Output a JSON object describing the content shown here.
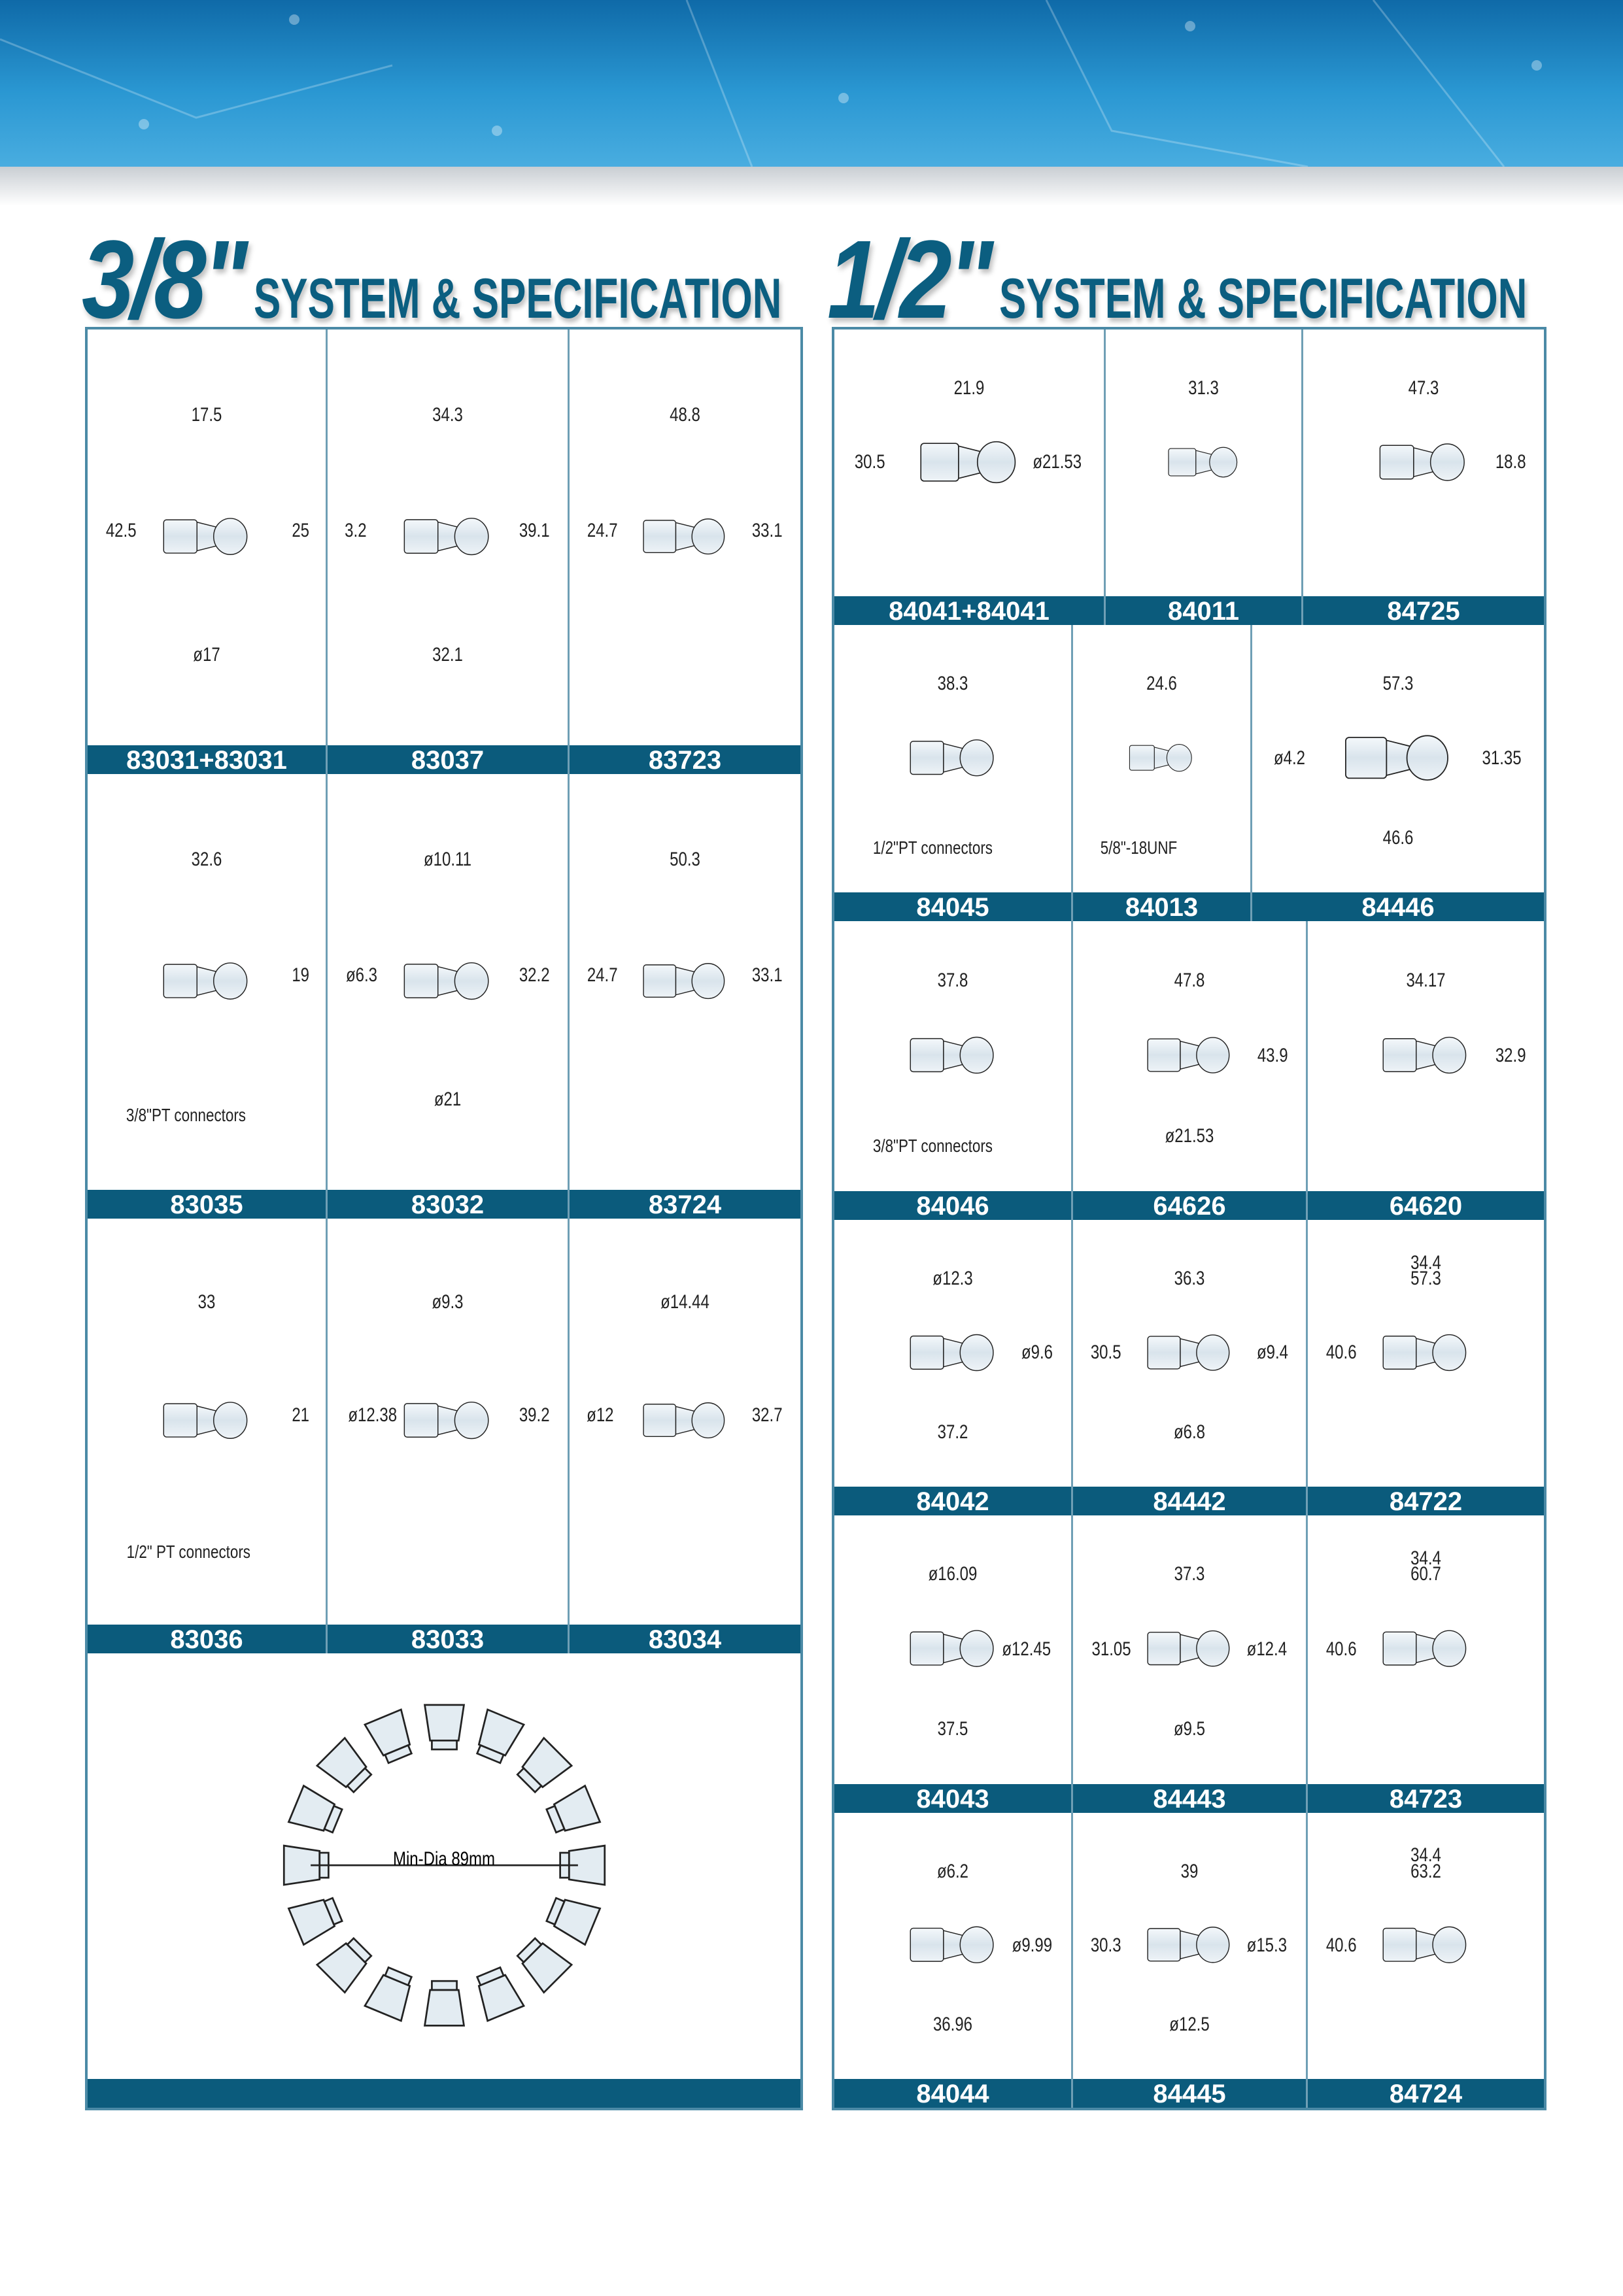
{
  "colors": {
    "brand": "#0b5b7c",
    "header": "#2a97d2"
  },
  "left": {
    "title_big": "3/8\"",
    "title_small": "SYSTEM & SPECIFICATION",
    "rows": [
      [
        {
          "code": "83031+83031",
          "dims": [
            "17.5",
            "25",
            "42.5",
            "ø17"
          ]
        },
        {
          "code": "83037",
          "dims": [
            "34.3",
            "39.1",
            "3.2",
            "32.1"
          ]
        },
        {
          "code": "83723",
          "dims": [
            "48.8",
            "33.1",
            "24.7"
          ]
        }
      ],
      [
        {
          "code": "83035",
          "dims": [
            "32.6",
            "19"
          ],
          "note": "3/8\"PT connectors"
        },
        {
          "code": "83032",
          "dims": [
            "ø10.11",
            "32.2",
            "ø6.3",
            "ø21"
          ]
        },
        {
          "code": "83724",
          "dims": [
            "50.3",
            "33.1",
            "24.7"
          ]
        }
      ],
      [
        {
          "code": "83036",
          "dims": [
            "33",
            "21"
          ],
          "note": "1/2\" PT connectors"
        },
        {
          "code": "83033",
          "dims": [
            "ø9.3",
            "39.2",
            "ø12.38"
          ]
        },
        {
          "code": "83034",
          "dims": [
            "ø14.44",
            "32.7",
            "ø12"
          ]
        }
      ]
    ],
    "ring": {
      "label": "Min-Dia 89mm",
      "code": ""
    }
  },
  "right": {
    "title_big": "1/2\"",
    "title_small": "SYSTEM & SPECIFICATION",
    "rows": [
      [
        {
          "code": "84041+84041",
          "dims": [
            "21.9",
            "ø21.53",
            "30.5"
          ]
        },
        {
          "code": "84011",
          "dims": [
            "31.3"
          ]
        },
        {
          "code": "84725",
          "dims": [
            "47.3",
            "18.8"
          ]
        }
      ],
      [
        {
          "code": "84045",
          "dims": [
            "38.3"
          ],
          "note": "1/2\"PT connectors"
        },
        {
          "code": "84013",
          "dims": [
            "24.6"
          ],
          "note": "5/8\"-18UNF"
        },
        {
          "code": "84446",
          "dims": [
            "57.3",
            "31.35",
            "ø4.2",
            "46.6"
          ]
        }
      ],
      [
        {
          "code": "84046",
          "dims": [
            "37.8"
          ],
          "note": "3/8\"PT connectors"
        },
        {
          "code": "64626",
          "dims": [
            "47.8",
            "43.9",
            "",
            "ø21.53"
          ]
        },
        {
          "code": "64620",
          "dims": [
            "34.17",
            "32.9"
          ]
        }
      ],
      [
        {
          "code": "84042",
          "dims": [
            "ø12.3",
            "ø9.6",
            "",
            "37.2"
          ]
        },
        {
          "code": "84442",
          "dims": [
            "36.3",
            "ø9.4",
            "30.5",
            "ø6.8"
          ]
        },
        {
          "code": "84722",
          "dims": [
            "57.3",
            "",
            "40.6",
            "",
            "34.4"
          ]
        }
      ],
      [
        {
          "code": "84043",
          "dims": [
            "ø16.09",
            "ø12.45",
            "",
            "37.5"
          ]
        },
        {
          "code": "84443",
          "dims": [
            "37.3",
            "ø12.4",
            "31.05",
            "ø9.5"
          ]
        },
        {
          "code": "84723",
          "dims": [
            "60.7",
            "",
            "40.6",
            "",
            "34.4"
          ]
        }
      ],
      [
        {
          "code": "84044",
          "dims": [
            "ø6.2",
            "ø9.99",
            "",
            "36.96"
          ]
        },
        {
          "code": "84445",
          "dims": [
            "39",
            "ø15.3",
            "30.3",
            "ø12.5"
          ]
        },
        {
          "code": "84724",
          "dims": [
            "63.2",
            "",
            "40.6",
            "",
            "34.4"
          ]
        }
      ]
    ]
  }
}
